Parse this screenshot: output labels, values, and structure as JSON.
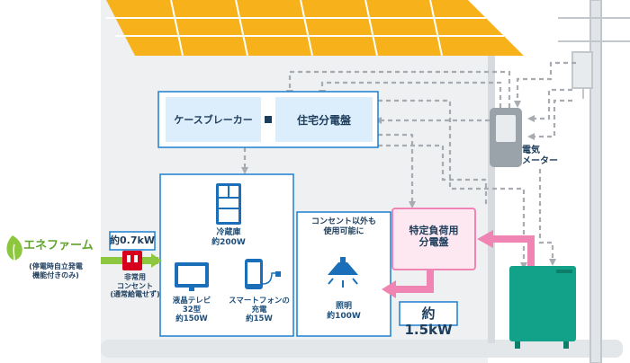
{
  "colors": {
    "wall": "#eef0f2",
    "wall_edge": "#c9cdd2",
    "roof": "#f7b21b",
    "box_border": "#1c7fd1",
    "box_fill": "#dceefb",
    "pink": "#f085b4",
    "pink_fill": "#fde7f1",
    "green": "#8dc63f",
    "blue_text": "#1d4f7a",
    "teal": "#12a28a",
    "meter": "#9aa2aa"
  },
  "breakers": {
    "case_breaker": "ケースブレーカー",
    "main_panel": "住宅分電盤"
  },
  "meter": {
    "label": "電気\nメーター"
  },
  "enefarm": {
    "name": "エネファーム",
    "note": "(停電時自立発電\n機能付きのみ)",
    "output": "約0.7kW",
    "outlet_label": "非常用\nコンセント\n(通常給電せず)"
  },
  "appliances": {
    "fridge": "冷蔵庫\n約200W",
    "tv": "液晶テレビ\n32型\n約150W",
    "phone": "スマートフォンの\n充電\n約15W"
  },
  "specific_panel": {
    "label": "特定負荷用\n分電盤",
    "output": "約1.5kW"
  },
  "lighting": {
    "caption": "コンセント以外も\n使用可能に",
    "label": "照明\n約100W"
  },
  "icons": [
    "leaf-icon",
    "fridge-icon",
    "tv-icon",
    "smartphone-icon",
    "ceiling-light-icon",
    "outlet-icon",
    "meter-icon",
    "utility-pole-icon",
    "fuel-cell-unit-icon",
    "solar-panel-icon"
  ]
}
